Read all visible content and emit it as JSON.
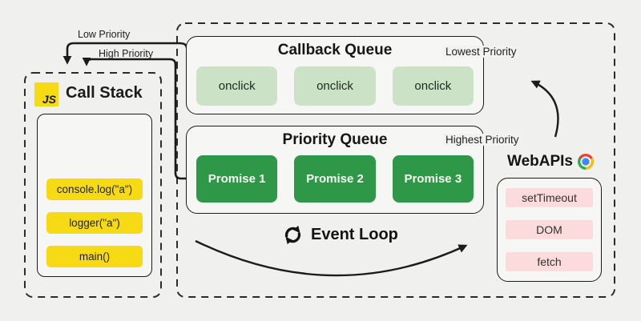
{
  "diagram": {
    "arrows": {
      "low_priority_label": "Low Priority",
      "high_priority_label": "High Priority"
    },
    "call_stack": {
      "logo_text": "JS",
      "title": "Call Stack",
      "frames": [
        "console.log(\"a\")",
        "logger(\"a\")",
        "main()"
      ]
    },
    "callback_queue": {
      "title": "Callback Queue",
      "priority_badge": "Lowest Priority",
      "items": [
        "onclick",
        "onclick",
        "onclick"
      ]
    },
    "priority_queue": {
      "title": "Priority Queue",
      "priority_badge": "Highest Priority",
      "items": [
        "Promise 1",
        "Promise 2",
        "Promise 3"
      ]
    },
    "event_loop": {
      "label": "Event Loop",
      "icon": "sync-arrows-icon"
    },
    "webapis": {
      "title": "WebAPIs",
      "icon": "chrome-icon",
      "items": [
        "setTimeout",
        "DOM",
        "fetch"
      ]
    }
  },
  "colors": {
    "background": "#f0f0ee",
    "panel": "#f6f6f4",
    "yellow": "#f5da14",
    "light_green": "#cbe2c6",
    "dark_green": "#2e9748",
    "pink": "#fbdbdb",
    "line": "#1b1b1b"
  }
}
